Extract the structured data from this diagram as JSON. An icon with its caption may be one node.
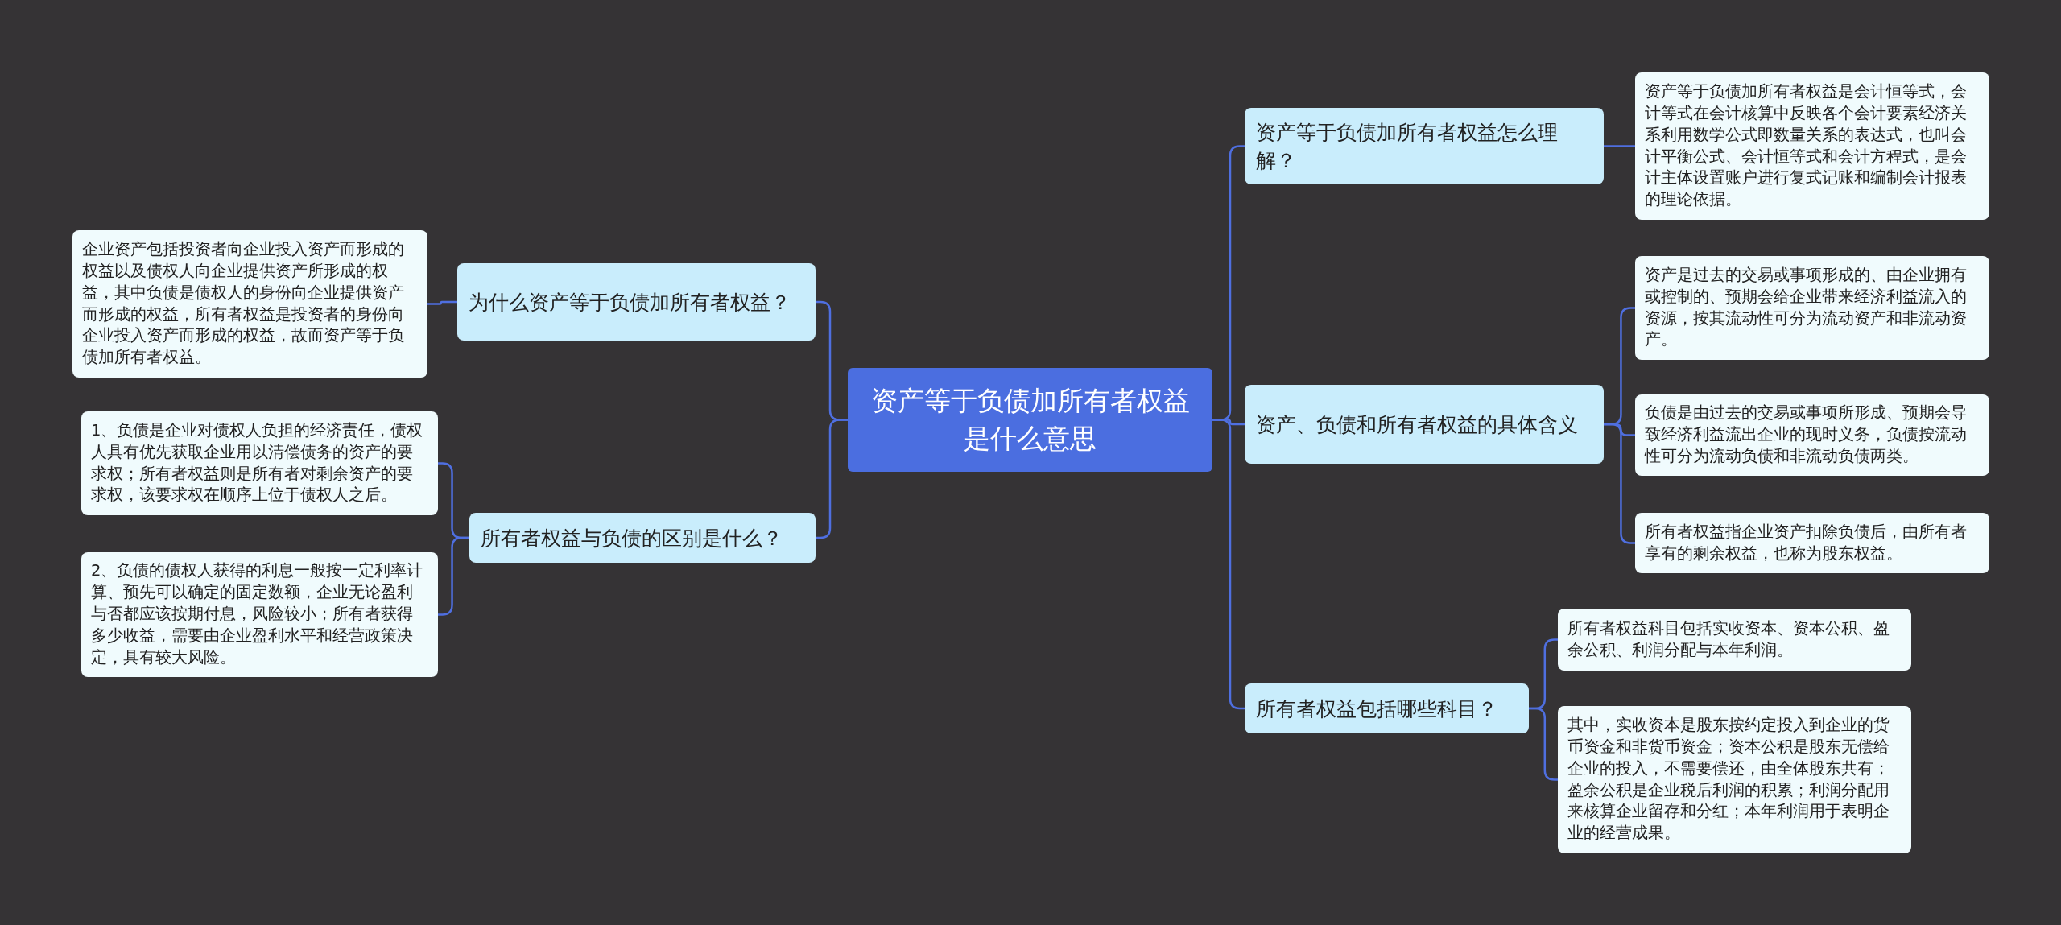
{
  "diagram": {
    "nodes": [
      {
        "text": [
          "资产等于负债加所有者权益是什么意思"
        ]
      },
      {
        "text": [
          "为什么资产等于负债加所有者权益？"
        ]
      },
      {
        "text": [
          "企业资产包括投资者向企业投入资产而形成的权益以及债权人向企业提供资产所形成的权益，其中负债是债权人的身份向企业提供资产而形成的权益，所有者权益是投资者的身份向企业投入资产而形成的权益，故而资产等于负债加所有者权益。"
        ]
      },
      {
        "text": [
          "所有者权益与负债的区别是什么？"
        ]
      },
      {
        "text": [
          "1、负债是企业对债权人负担的经济责任，债权人具有优先获取企业用以清偿债务的资产的要求权；所有者权益则是所有者对剩余资产的要求权，该要求权在顺序上位于债权人之后。"
        ]
      },
      {
        "text": [
          "2、负债的债权人获得的利息一般按一定利率计算、预先可以确定的固定数额，企业无论盈利与否都应该按期付息，风险较小；所有者获得多少收益，需要由企业盈利水平和经营政策决定，具有较大风险。"
        ]
      },
      {
        "text": [
          "资产等于负债加所有者权益怎么理解？"
        ]
      },
      {
        "text": [
          "资产等于负债加所有者权益是会计恒等式，会计等式在会计核算中反映各个会计要素经济关系利用数学公式即数量关系的表达式，也叫会计平衡公式、会计恒等式和会计方程式，是会计主体设置账户进行复式记账和编制会计报表的理论依据。"
        ]
      },
      {
        "text": [
          "资产、负债和所有者权益的具体含义"
        ]
      },
      {
        "text": [
          "资产是过去的交易或事项形成的、由企业拥有或控制的、预期会给企业带来经济利益流入的资源，按其流动性可分为流动资产和非流动资产。"
        ]
      },
      {
        "text": [
          "负债是由过去的交易或事项所形成、预期会导致经济利益流出企业的现时义务，负债按流动性可分为流动负债和非流动负债两类。"
        ]
      },
      {
        "text": [
          "所有者权益指企业资产扣除负债后，由所有者享有的剩余权益，也称为股东权益。"
        ]
      },
      {
        "text": [
          "所有者权益包括哪些科目？"
        ]
      },
      {
        "text": [
          "所有者权益科目包括实收资本、资本公积、盈余公积、利润分配与本年利润。"
        ]
      },
      {
        "text": [
          "其中，实收资本是股东按约定投入到企业的货币资金和非货币资金；资本公积是股东无偿给企业的投入，不需要偿还，由全体股东共有；盈余公积是企业税后利润的积累；利润分配用来核算企业留存和分红；本年利润用于表明企业的经营成果。"
        ]
      }
    ],
    "edges": [
      {
        "from": 0,
        "to": 1,
        "arrow": "none"
      },
      {
        "from": 1,
        "to": 2,
        "arrow": "none"
      },
      {
        "from": 0,
        "to": 3,
        "arrow": "none"
      },
      {
        "from": 3,
        "to": 4,
        "arrow": "none"
      },
      {
        "from": 3,
        "to": 5,
        "arrow": "none"
      },
      {
        "from": 0,
        "to": 6,
        "arrow": "none"
      },
      {
        "from": 6,
        "to": 7,
        "arrow": "none"
      },
      {
        "from": 0,
        "to": 8,
        "arrow": "none"
      },
      {
        "from": 8,
        "to": 9,
        "arrow": "none"
      },
      {
        "from": 8,
        "to": 10,
        "arrow": "none"
      },
      {
        "from": 8,
        "to": 11,
        "arrow": "none"
      },
      {
        "from": 0,
        "to": 12,
        "arrow": "none"
      },
      {
        "from": 12,
        "to": 13,
        "arrow": "none"
      },
      {
        "from": 12,
        "to": 14,
        "arrow": "none"
      }
    ]
  }
}
